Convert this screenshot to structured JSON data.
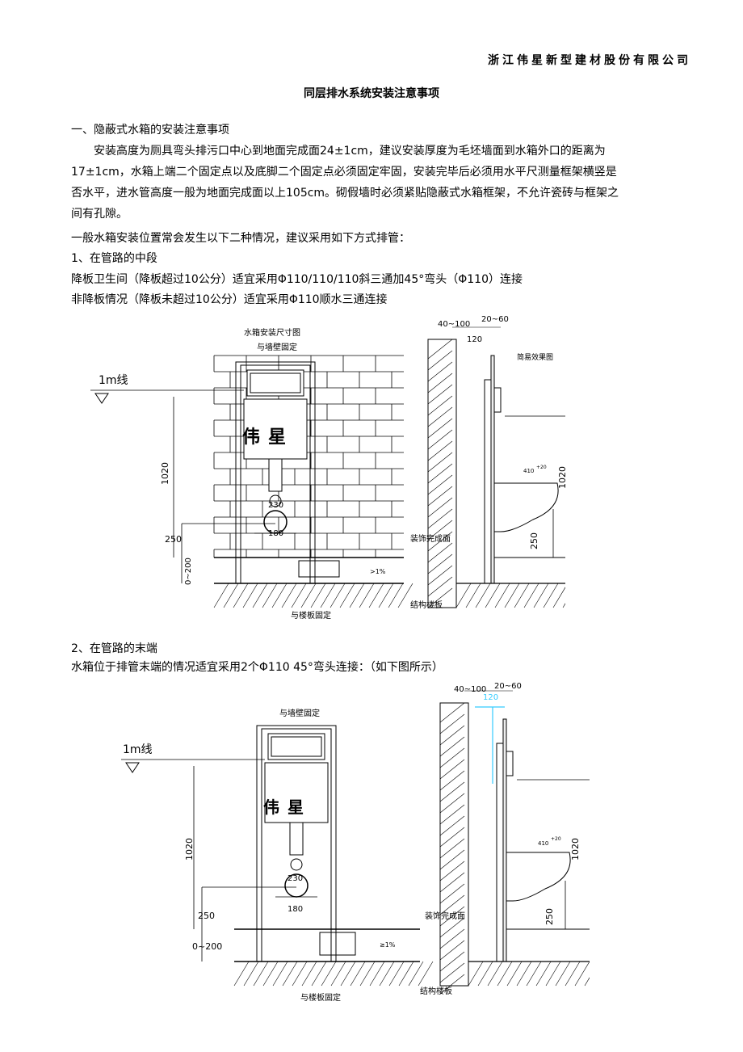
{
  "header": {
    "company": "浙江伟星新型建材股份有限公司"
  },
  "title": "同层排水系统安装注意事项",
  "section1": {
    "heading": "一、隐蔽式水箱的安装注意事项",
    "paragraph": "安装高度为厕具弯头排污口中心到地面完成面24±1cm，建议安装厚度为毛坯墙面到水箱外口的距离为17±1cm，水箱上端二个固定点以及底脚二个固定点必须固定牢固，安装完毕后必须用水平尺测量框架横竖是否水平，进水管高度一般为地面完成面以上105cm。砌假墙时必须紧贴隐蔽式水箱框架，不允许瓷砖与框架之间有孔隙。",
    "intro": "一般水箱安装位置常会发生以下二种情况，建议采用如下方式排管：",
    "case1_heading": "1、在管路的中段",
    "case1_line1": "降板卫生间（降板超过10公分）适宜采用Φ110/110/110斜三通加45°弯头（Φ110）连接",
    "case1_line2": "非降板情况（降板未超过10公分）适宜采用Φ110顺水三通连接",
    "case2_heading": "2、在管路的末端",
    "case2_line1": "水箱位于排管末端的情况适宜采用2个Φ110 45°弯头连接：（如下图所示）"
  },
  "figure1": {
    "caption": "水箱安装尺寸图",
    "wall_fix": "与墙壁固定",
    "line_1m": "1m线",
    "dim_1020": "1020",
    "dim_250": "250",
    "dim_0_200": "0~200",
    "dim_230": "230",
    "dim_180": "180",
    "brand": "伟星",
    "slope": ">1%",
    "floor_fix": "与楼板固定",
    "finish_surface": "装饰完成面",
    "structural_slab": "结构楼板",
    "side_dim_40_100": "40~100",
    "side_dim_20_60": "20~60",
    "side_dim_120": "120",
    "side_title": "简易效果图",
    "side_dim_410": "410",
    "side_tol": "+20",
    "side_dim_1020": "1020",
    "side_dim_250": "250"
  },
  "figure2": {
    "wall_fix": "与墙壁固定",
    "line_1m": "1m线",
    "dim_1020": "1020",
    "dim_250": "250",
    "dim_0_200": "0~200",
    "dim_230": "230",
    "dim_180": "180",
    "brand": "伟星",
    "slope": "≥1%",
    "floor_fix": "与楼板固定",
    "finish_surface": "装饰完成面",
    "structural_slab": "结构楼板",
    "side_dim_40_100": "40~100",
    "side_dim_20_60": "20~60",
    "side_dim_120": "120",
    "side_dim_410": "410",
    "side_tol": "+20",
    "side_dim_1020": "1020",
    "side_dim_250": "250"
  },
  "colors": {
    "highlight_dim": "#33ccff"
  }
}
